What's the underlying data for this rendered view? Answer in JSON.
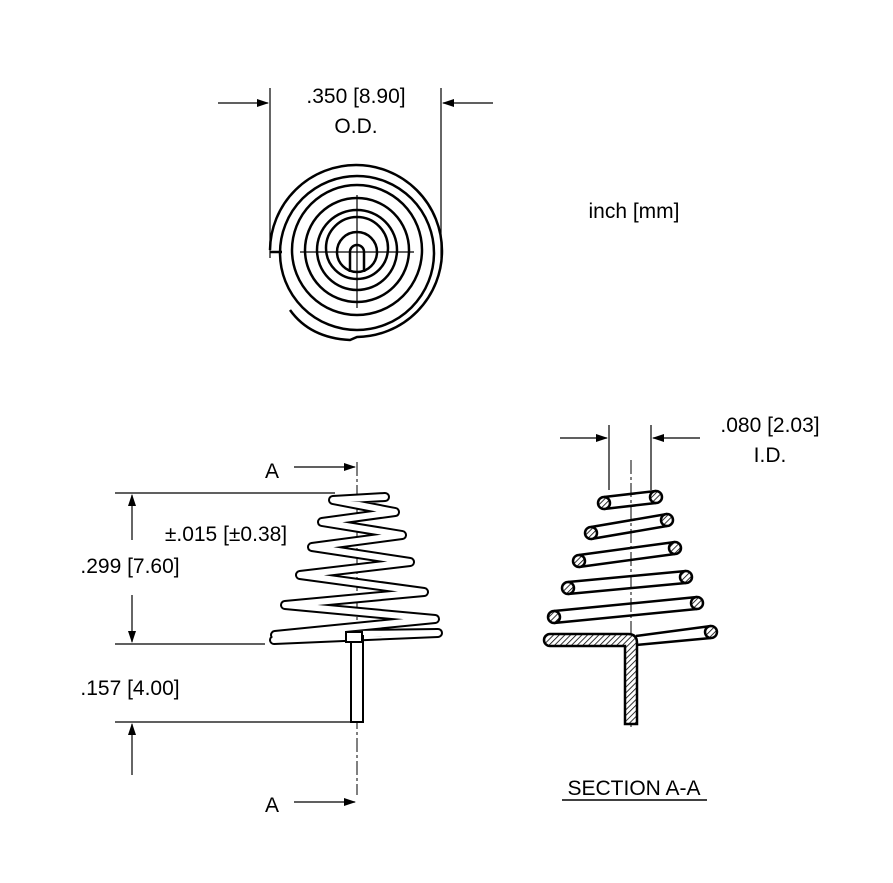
{
  "units_note": "inch [mm]",
  "top_view": {
    "od_label": ".350 [8.90]",
    "od_caption": "O.D."
  },
  "side_view": {
    "section_mark_top": "A",
    "section_mark_bottom": "A",
    "height_label": ".299 [7.60]",
    "tolerance_label": "±.015 [±0.38]",
    "pin_length_label": ".157 [4.00]"
  },
  "section_view": {
    "id_label": ".080 [2.03]",
    "id_caption": "I.D.",
    "title": "SECTION A-A"
  },
  "colors": {
    "line": "#000000",
    "background": "#ffffff"
  }
}
